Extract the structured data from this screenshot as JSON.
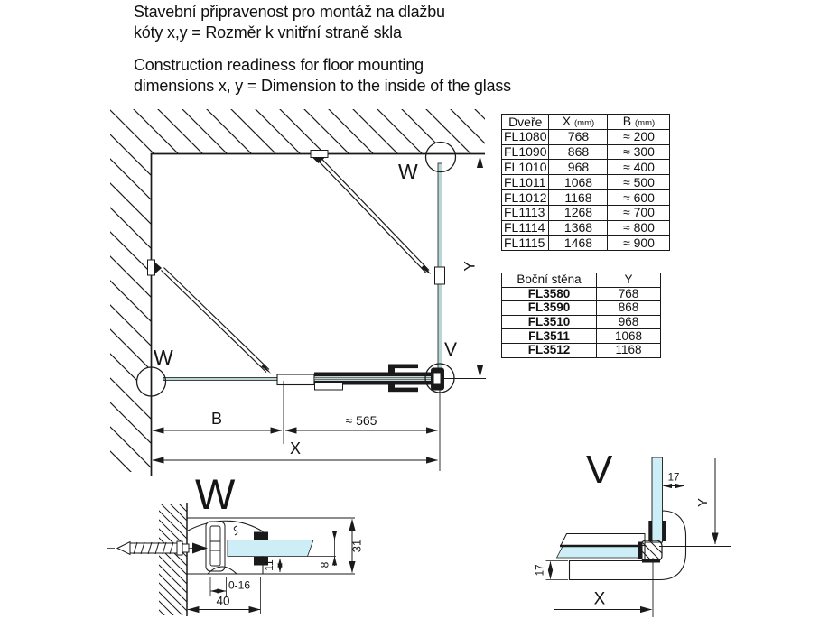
{
  "header": {
    "czech_line1": "Stavební připravenost pro montáž na dlažbu",
    "czech_line2": "kóty x,y = Rozměr k vnitřní straně skla",
    "english_line1": "Construction readiness for floor mounting",
    "english_line2": "dimensions x, y = Dimension to the inside of the glass"
  },
  "plan": {
    "wall_label_top": "W",
    "wall_label_left": "W",
    "corner_label": "V",
    "dim_b": "B",
    "dim_door": "≈ 565",
    "dim_x": "X",
    "dim_y": "Y"
  },
  "doors_table": {
    "header": {
      "col1": "Dveře",
      "col2_label": "X",
      "col2_unit": "(mm)",
      "col3_label": "B",
      "col3_unit": "(mm)"
    },
    "rows": [
      {
        "model": "FL1080",
        "x": "768",
        "b": "≈ 200"
      },
      {
        "model": "FL1090",
        "x": "868",
        "b": "≈ 300"
      },
      {
        "model": "FL1010",
        "x": "968",
        "b": "≈ 400"
      },
      {
        "model": "FL1011",
        "x": "1068",
        "b": "≈ 500"
      },
      {
        "model": "FL1012",
        "x": "1168",
        "b": "≈ 600"
      },
      {
        "model": "FL1113",
        "x": "1268",
        "b": "≈ 700"
      },
      {
        "model": "FL1114",
        "x": "1368",
        "b": "≈ 800"
      },
      {
        "model": "FL1115",
        "x": "1468",
        "b": "≈ 900"
      }
    ]
  },
  "side_wall_table": {
    "header": {
      "col1": "Boční stěna",
      "col2": "Y"
    },
    "rows": [
      {
        "model": "FL3580",
        "y": "768"
      },
      {
        "model": "FL3590",
        "y": "868"
      },
      {
        "model": "FL3510",
        "y": "968"
      },
      {
        "model": "FL3511",
        "y": "1068"
      },
      {
        "model": "FL3512",
        "y": "1168"
      }
    ]
  },
  "detail_w": {
    "title": "W",
    "dim_height": "31",
    "dim_glass": "8",
    "dim_gap": "11",
    "dim_range": "0-16",
    "dim_width": "40"
  },
  "detail_v": {
    "title": "V",
    "dim_offset_top": "17",
    "dim_offset_left": "17",
    "dim_x": "X",
    "dim_y": "Y"
  },
  "colors": {
    "line": "#1a1a1a",
    "glass_plan": "#b9d6d6",
    "glass_detail": "#cdeef6"
  }
}
